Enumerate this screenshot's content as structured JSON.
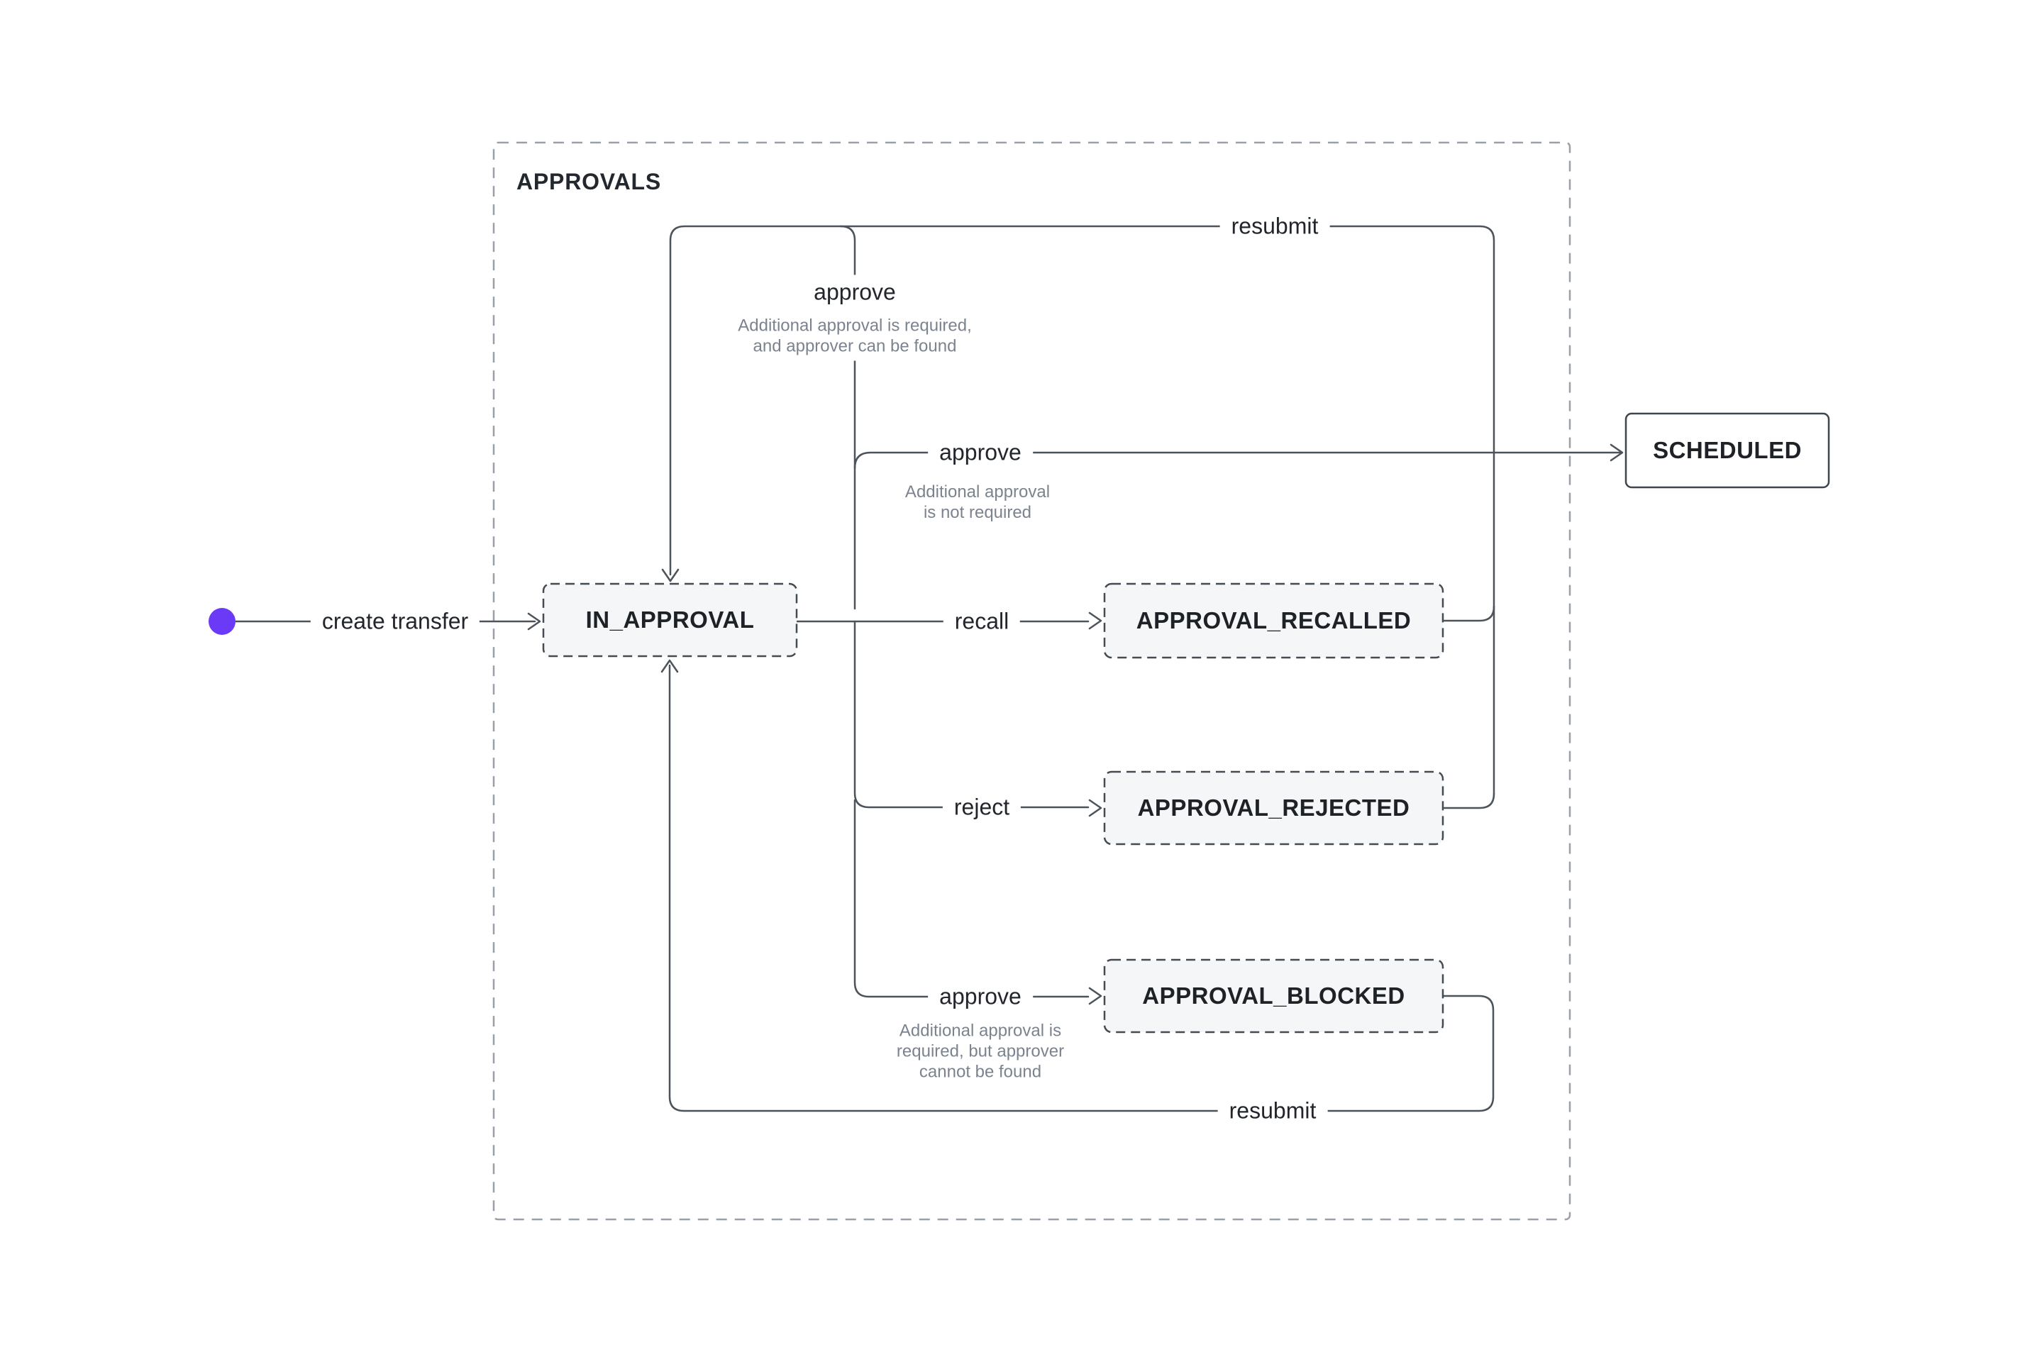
{
  "diagram": {
    "region": {
      "title": "APPROVALS"
    },
    "start": {
      "label": "create transfer"
    },
    "states": {
      "in_approval": {
        "label": "IN_APPROVAL"
      },
      "scheduled": {
        "label": "SCHEDULED"
      },
      "approval_recalled": {
        "label": "APPROVAL_RECALLED"
      },
      "approval_rejected": {
        "label": "APPROVAL_REJECTED"
      },
      "approval_blocked": {
        "label": "APPROVAL_BLOCKED"
      }
    },
    "edges": {
      "approve_loop": {
        "label": "approve",
        "caption": [
          "Additional approval is required,",
          "and approver can be found"
        ]
      },
      "approve_scheduled": {
        "label": "approve",
        "caption": [
          "Additional approval",
          "is not required"
        ]
      },
      "recall": {
        "label": "recall"
      },
      "reject": {
        "label": "reject"
      },
      "approve_blocked": {
        "label": "approve",
        "caption": [
          "Additional approval is",
          "required, but approver",
          "cannot be found"
        ]
      },
      "resubmit_top": {
        "label": "resubmit"
      },
      "resubmit_bottom": {
        "label": "resubmit"
      }
    },
    "colors": {
      "start_dot": "#6b3af7",
      "line": "#4c535b",
      "state_border": "#454b53",
      "state_fill": "#f5f6f8",
      "scheduled_border": "#3f454d",
      "region_border": "#99a0a9",
      "label_text": "#22262c",
      "caption_text": "#7b838e"
    }
  }
}
